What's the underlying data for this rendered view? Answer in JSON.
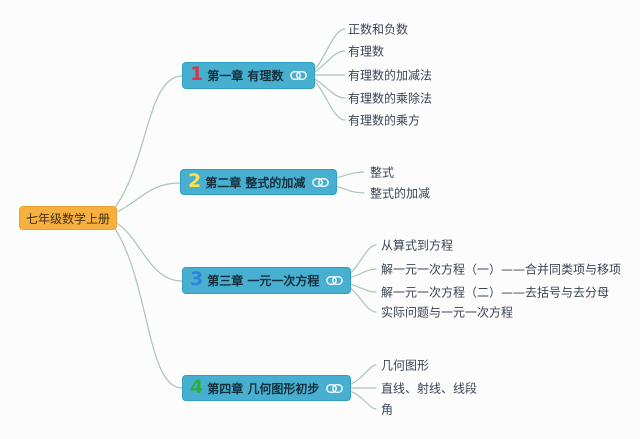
{
  "colors": {
    "background": "#fcfcfc",
    "root_fill": "#f7b03e",
    "root_text": "#3e3118",
    "chapter_fill": "#47b0d1",
    "chapter_border": "#2e9fc0",
    "chapter_text": "#16303c",
    "topic_text": "#3a4454",
    "connector": "#a9c6b5",
    "link_icon_color": "#ffffff",
    "number_colors": {
      "chapter1": "#d8374a",
      "chapter2": "#ffe14d",
      "chapter3": "#2f84d8",
      "chapter4": "#2dae3f"
    }
  },
  "root": {
    "label": "七年级数学上册"
  },
  "chapters": [
    {
      "number": "1",
      "number_color": "#d8374a",
      "label": "第一章 有理数",
      "has_link_icon": true,
      "topics": [
        "正数和负数",
        "有理数",
        "有理数的加减法",
        "有理数的乘除法",
        "有理数的乘方"
      ]
    },
    {
      "number": "2",
      "number_color": "#ffe14d",
      "label": "第二章 整式的加减",
      "has_link_icon": true,
      "topics": [
        "整式",
        "整式的加减"
      ]
    },
    {
      "number": "3",
      "number_color": "#2f84d8",
      "label": "第三章 一元一次方程",
      "has_link_icon": true,
      "topics": [
        "从算式到方程",
        "解一元一次方程（一）——合并同类项与移项",
        "解一元一次方程（二）——去括号与去分母",
        "实际问题与一元一次方程"
      ]
    },
    {
      "number": "4",
      "number_color": "#2dae3f",
      "label": "第四章 几何图形初步",
      "has_link_icon": true,
      "topics": [
        "几何图形",
        "直线、射线、线段",
        "角"
      ]
    }
  ]
}
